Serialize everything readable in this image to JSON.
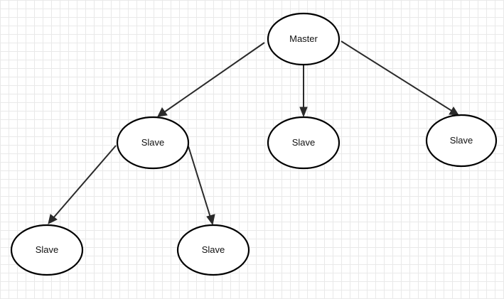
{
  "diagram": {
    "nodes": [
      {
        "id": "master",
        "label": "Master"
      },
      {
        "id": "slave-1",
        "label": "Slave"
      },
      {
        "id": "slave-2",
        "label": "Slave"
      },
      {
        "id": "slave-3",
        "label": "Slave"
      },
      {
        "id": "slave-4",
        "label": "Slave"
      },
      {
        "id": "slave-5",
        "label": "Slave"
      }
    ],
    "edges": [
      {
        "from": "master",
        "to": "slave-1"
      },
      {
        "from": "master",
        "to": "slave-2"
      },
      {
        "from": "master",
        "to": "slave-3"
      },
      {
        "from": "slave-1",
        "to": "slave-4"
      },
      {
        "from": "slave-1",
        "to": "slave-5"
      }
    ]
  }
}
